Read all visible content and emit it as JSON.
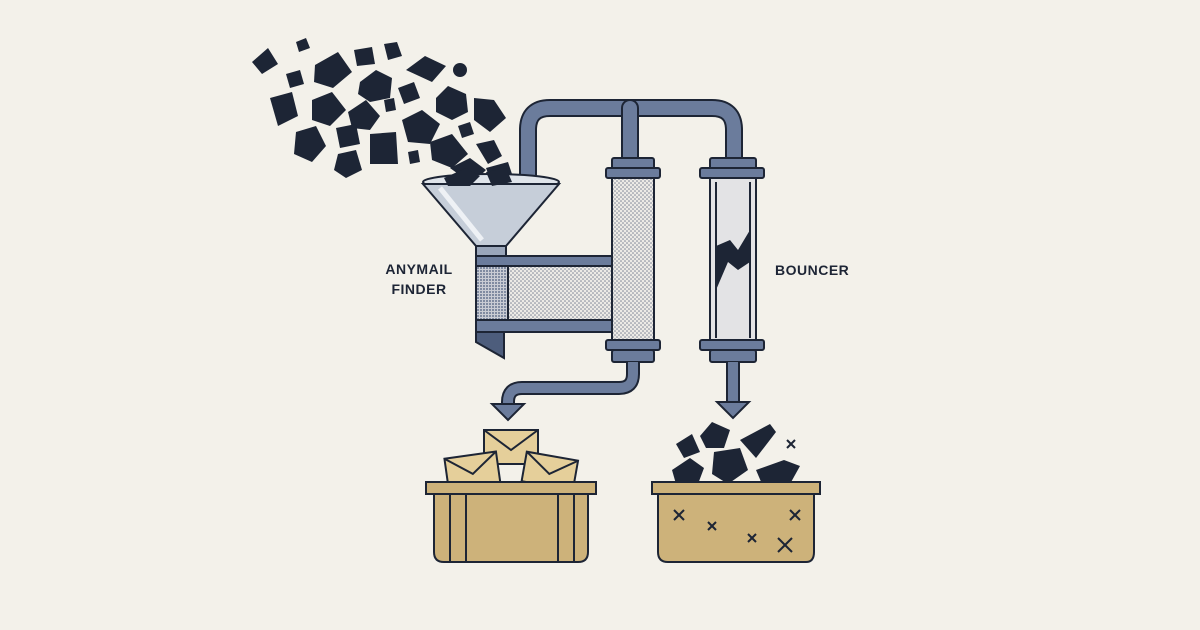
{
  "labels": {
    "anymail_line1": "ANYMAIL",
    "anymail_line2": "FINDER",
    "bouncer": "BOUNCER"
  },
  "colors": {
    "background": "#f3f1ea",
    "ink": "#1d2535",
    "pipe": "#6b7c9c",
    "pipe_dark": "#4d5d7c",
    "funnel": "#c6ced9",
    "box": "#cdb27a",
    "envelope": "#e5cf9a",
    "filter_light": "#e3e3e5"
  },
  "icons": [
    "email-chunk-icon",
    "funnel-icon",
    "filter-column-icon",
    "envelope-icon",
    "cross-mark-icon",
    "arrow-down-icon"
  ]
}
